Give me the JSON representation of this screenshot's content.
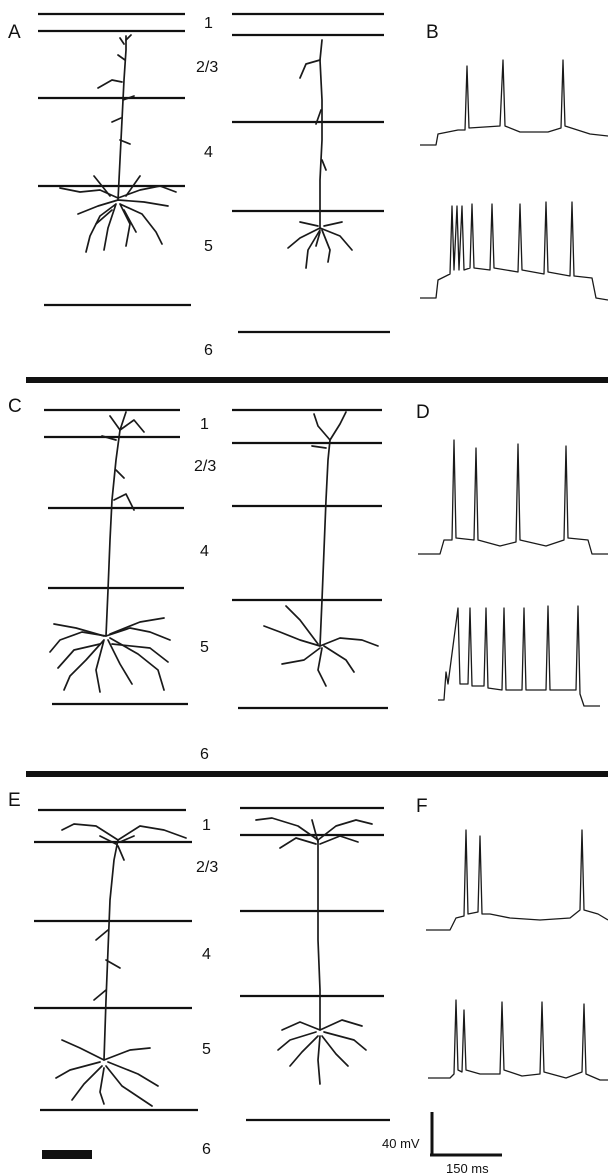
{
  "panels": {
    "a": "A",
    "b": "B",
    "c": "C",
    "d": "D",
    "e": "E",
    "f": "F"
  },
  "layers": {
    "l1": "1",
    "l23": "2/3",
    "l4": "4",
    "l5": "5",
    "l6": "6"
  },
  "scale": {
    "voltage": "40 mV",
    "time": "150 ms"
  },
  "colors": {
    "ink": "#111111",
    "background": "#ffffff"
  }
}
